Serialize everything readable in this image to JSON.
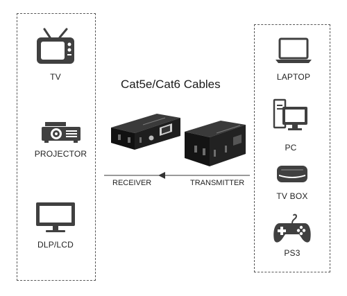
{
  "title": "Cat5e/Cat6 Cables",
  "left_devices": [
    {
      "label": "TV",
      "icon": "tv-icon"
    },
    {
      "label": "PROJECTOR",
      "icon": "projector-icon"
    },
    {
      "label": "DLP/LCD",
      "icon": "monitor-icon"
    }
  ],
  "right_devices": [
    {
      "label": "LAPTOP",
      "icon": "laptop-icon"
    },
    {
      "label": "PC",
      "icon": "desktop-pc-icon"
    },
    {
      "label": "TV BOX",
      "icon": "tv-box-icon"
    },
    {
      "label": "PS3",
      "icon": "gamepad-icon"
    }
  ],
  "flow": {
    "receiver": "RECEIVER",
    "transmitter": "TRANSMITTER",
    "direction": "transmitter-to-receiver"
  },
  "colors": {
    "icon": "#404040",
    "device_body": "#1c1c1c",
    "border": "#555555"
  }
}
